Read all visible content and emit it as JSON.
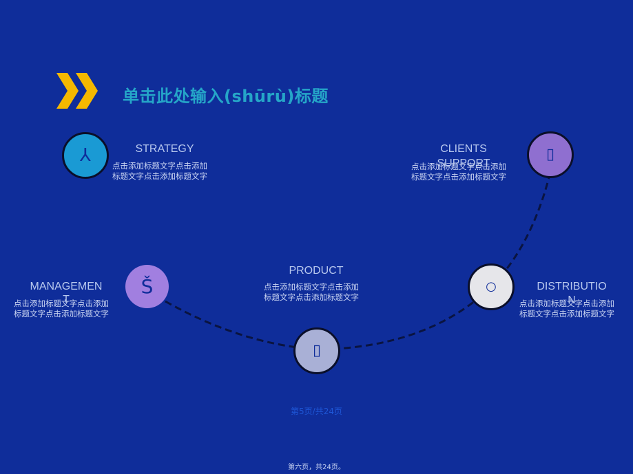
{
  "slide": {
    "title": "单击此处输入(shūrù)标题",
    "pager": "第5页/共24页",
    "footer": "第六页，共24页。"
  },
  "colors": {
    "background": "#0f2d9a",
    "accent_chevron": "#f5b800",
    "title": "#25a6c8"
  },
  "nodes": {
    "strategy": {
      "label": "STRATEGY",
      "desc1": "点击添加标题文字点击添加",
      "desc2": "标题文字点击添加标题文字",
      "glyph": "⅄",
      "icon": "strategy-icon",
      "fill": "#1a9ad4"
    },
    "clients": {
      "label1": "CLIENTS",
      "label2": "SUPPORT",
      "desc1": "点击添加标题文字点击添加",
      "desc2": "标题文字点击添加标题文字",
      "glyph": "▯",
      "icon": "clients-support-icon",
      "fill": "#8f6fd0"
    },
    "management": {
      "label1": "MANAGEMEN",
      "label2": "T",
      "desc1": "点击添加标题文字点击添加",
      "desc2": "标题文字点击添加标题文字",
      "glyph": "Š",
      "icon": "management-icon",
      "fill": "#a17fe0"
    },
    "product": {
      "label": "PRODUCT",
      "desc1": "点击添加标题文字点击添加",
      "desc2": "标题文字点击添加标题文字",
      "glyph": "▯",
      "icon": "product-icon",
      "fill": "#a9b0d6"
    },
    "distribution": {
      "label1": "DISTRIBUTIO",
      "label2": "N",
      "desc1": "点击添加标题文字点击添加",
      "desc2": "标题文字点击添加标题文字",
      "glyph": "○",
      "icon": "distribution-icon",
      "fill": "#e6e6ea"
    }
  }
}
